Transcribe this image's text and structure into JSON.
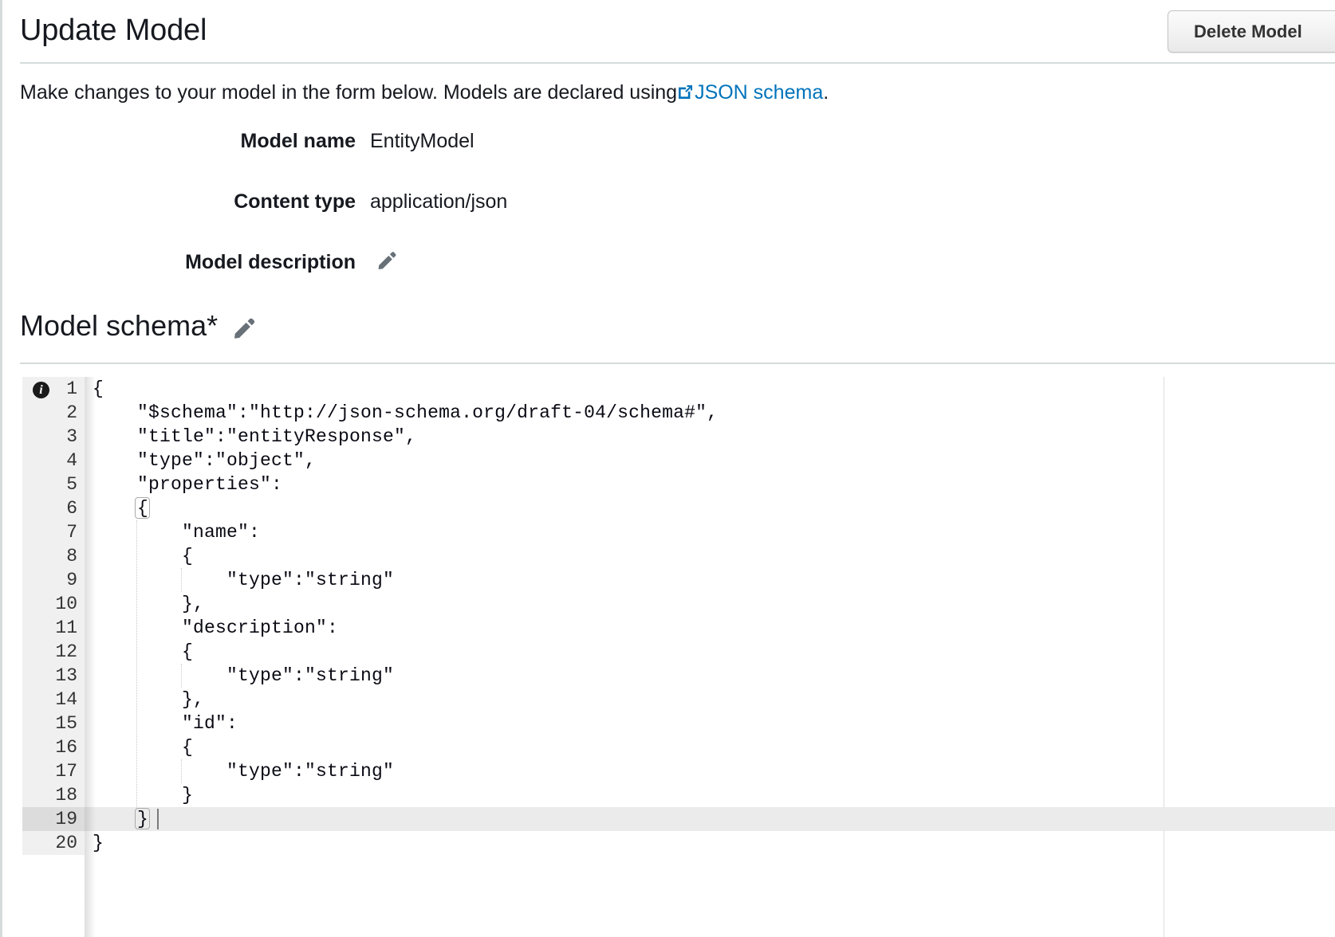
{
  "header": {
    "title": "Update Model",
    "delete_button": "Delete Model"
  },
  "intro": {
    "text_before": "Make changes to your model in the form below. Models are declared using ",
    "link_text": "JSON schema",
    "text_after": ".",
    "link_icon": "external-link-icon",
    "link_color": "#0073bb"
  },
  "form": {
    "rows": [
      {
        "label": "Model name",
        "value": "EntityModel",
        "editable": false
      },
      {
        "label": "Content type",
        "value": "application/json",
        "editable": false
      },
      {
        "label": "Model description",
        "value": "",
        "editable": true,
        "edit_icon": "pencil-icon"
      }
    ]
  },
  "schema_section": {
    "heading": "Model schema*",
    "edit_icon": "pencil-icon"
  },
  "editor": {
    "info_icon": "info-icon",
    "active_line": 19,
    "cursor_line": 19,
    "cursor_column": 6,
    "lines": [
      {
        "n": "1",
        "text": "{"
      },
      {
        "n": "2",
        "text": "    \"$schema\":\"http://json-schema.org/draft-04/schema#\","
      },
      {
        "n": "3",
        "text": "    \"title\":\"entityResponse\","
      },
      {
        "n": "4",
        "text": "    \"type\":\"object\","
      },
      {
        "n": "5",
        "text": "    \"properties\":"
      },
      {
        "n": "6",
        "text": "    {"
      },
      {
        "n": "7",
        "text": "        \"name\":"
      },
      {
        "n": "8",
        "text": "        {"
      },
      {
        "n": "9",
        "text": "            \"type\":\"string\""
      },
      {
        "n": "10",
        "text": "        },"
      },
      {
        "n": "11",
        "text": "        \"description\":"
      },
      {
        "n": "12",
        "text": "        {"
      },
      {
        "n": "13",
        "text": "            \"type\":\"string\""
      },
      {
        "n": "14",
        "text": "        },"
      },
      {
        "n": "15",
        "text": "        \"id\":"
      },
      {
        "n": "16",
        "text": "        {"
      },
      {
        "n": "17",
        "text": "            \"type\":\"string\""
      },
      {
        "n": "18",
        "text": "        }"
      },
      {
        "n": "19",
        "text": "    }"
      },
      {
        "n": "20",
        "text": "}"
      }
    ]
  }
}
